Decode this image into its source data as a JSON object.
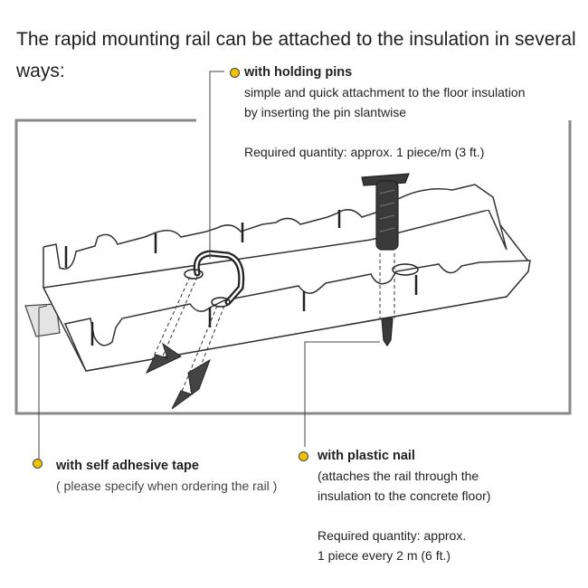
{
  "heading": "The rapid mounting rail can be attached to the insulation in several ways:",
  "callouts": {
    "pins": {
      "title": "with holding pins",
      "line1": "simple and quick attachment to the floor insulation",
      "line2": "by inserting the pin slantwise",
      "line3": "Required quantity: approx. 1 piece/m (3 ft.)"
    },
    "tape": {
      "title": "with self adhesive tape",
      "line1": "( please specify when ordering the rail )"
    },
    "nail": {
      "title": "with plastic nail",
      "line1": "(attaches the rail through the",
      "line2": "insulation to the concrete floor)",
      "line3": "Required quantity: approx.",
      "line4": "1 piece every 2 m (6 ft.)"
    }
  },
  "colors": {
    "bullet": "#f2c200",
    "outline": "#333333",
    "frame": "#8a8a8a",
    "nail": "#3a3a3a"
  }
}
